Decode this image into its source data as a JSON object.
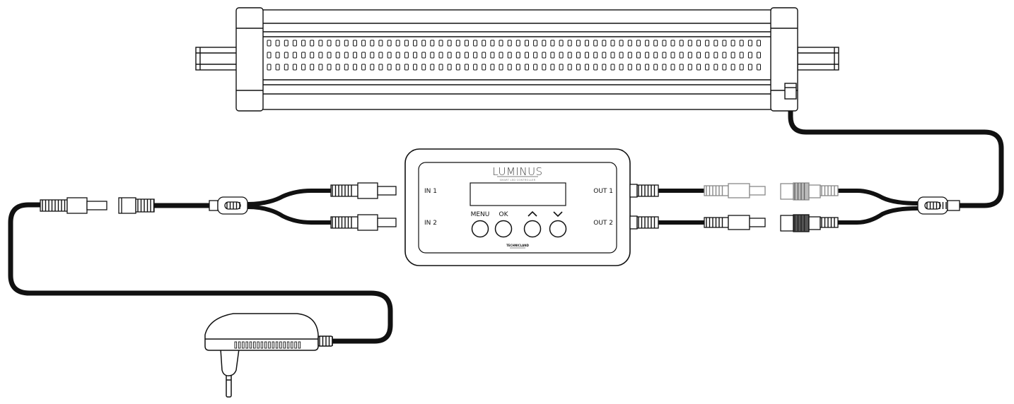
{
  "controller": {
    "brand": "LUMINUS",
    "tagline": "SMART LED CONTROLLER",
    "maker": "TECHNICLAND",
    "ports": {
      "in1": "IN 1",
      "in2": "IN 2",
      "out1": "OUT 1",
      "out2": "OUT 2"
    },
    "buttons": {
      "menu": "MENU",
      "ok": "OK",
      "up": "^",
      "down": "v"
    }
  },
  "colors": {
    "line": "#111111",
    "cable": "#111111",
    "grey_connector": "#bbbbbb",
    "dark_connector": "#555555"
  },
  "icons": {
    "led_bar": "led-bar-icon",
    "power_adapter": "power-adapter-icon",
    "up_arrow": "chevron-up-icon",
    "down_arrow": "chevron-down-icon"
  }
}
